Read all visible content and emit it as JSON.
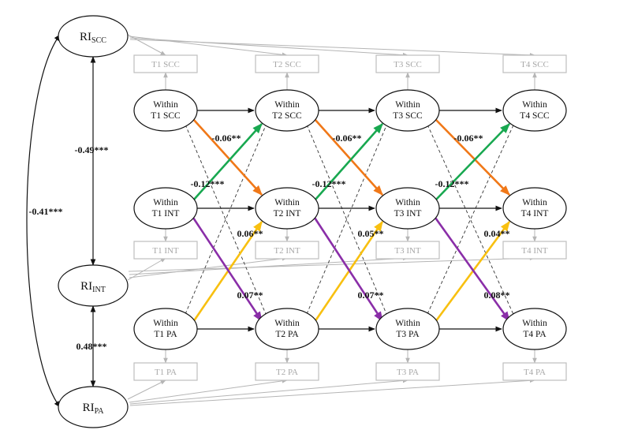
{
  "random_intercepts": [
    {
      "id": "scc",
      "main": "RI",
      "sub": "SCC"
    },
    {
      "id": "int",
      "main": "RI",
      "sub": "INT"
    },
    {
      "id": "pa",
      "main": "RI",
      "sub": "PA"
    }
  ],
  "observed": {
    "scc": [
      "T1 SCC",
      "T2 SCC",
      "T3 SCC",
      "T4 SCC"
    ],
    "int": [
      "T1 INT",
      "T2 INT",
      "T3 INT",
      "T4 INT"
    ],
    "pa": [
      "T1 PA",
      "T2 PA",
      "T3 PA",
      "T4 PA"
    ]
  },
  "within": {
    "scc": [
      [
        "Within",
        "T1 SCC"
      ],
      [
        "Within",
        "T2 SCC"
      ],
      [
        "Within",
        "T3 SCC"
      ],
      [
        "Within",
        "T4 SCC"
      ]
    ],
    "int": [
      [
        "Within",
        "T1 INT"
      ],
      [
        "Within",
        "T2 INT"
      ],
      [
        "Within",
        "T3 INT"
      ],
      [
        "Within",
        "T4 INT"
      ]
    ],
    "pa": [
      [
        "Within",
        "T1 PA"
      ],
      [
        "Within",
        "T2 PA"
      ],
      [
        "Within",
        "T3 PA"
      ],
      [
        "Within",
        "T4 PA"
      ]
    ]
  },
  "ri_correlations": {
    "scc_int": "-0.49***",
    "int_pa": "0.48***",
    "scc_pa": "-0.41***"
  },
  "cross_lagged": {
    "scc_to_int": [
      "-0.06**",
      "-0.06**",
      "-0.06**"
    ],
    "int_to_scc": [
      "-0.12***",
      "-0.12***",
      "-0.12***"
    ],
    "pa_to_int": [
      "0.06**",
      "0.05**",
      "0.04**"
    ],
    "int_to_pa": [
      "0.07**",
      "0.07**",
      "0.08**"
    ]
  },
  "path_colors": {
    "scc_to_int": "#f07818",
    "int_to_scc": "#18a850",
    "pa_to_int": "#f8c010",
    "int_to_pa": "#8a2ea8"
  }
}
